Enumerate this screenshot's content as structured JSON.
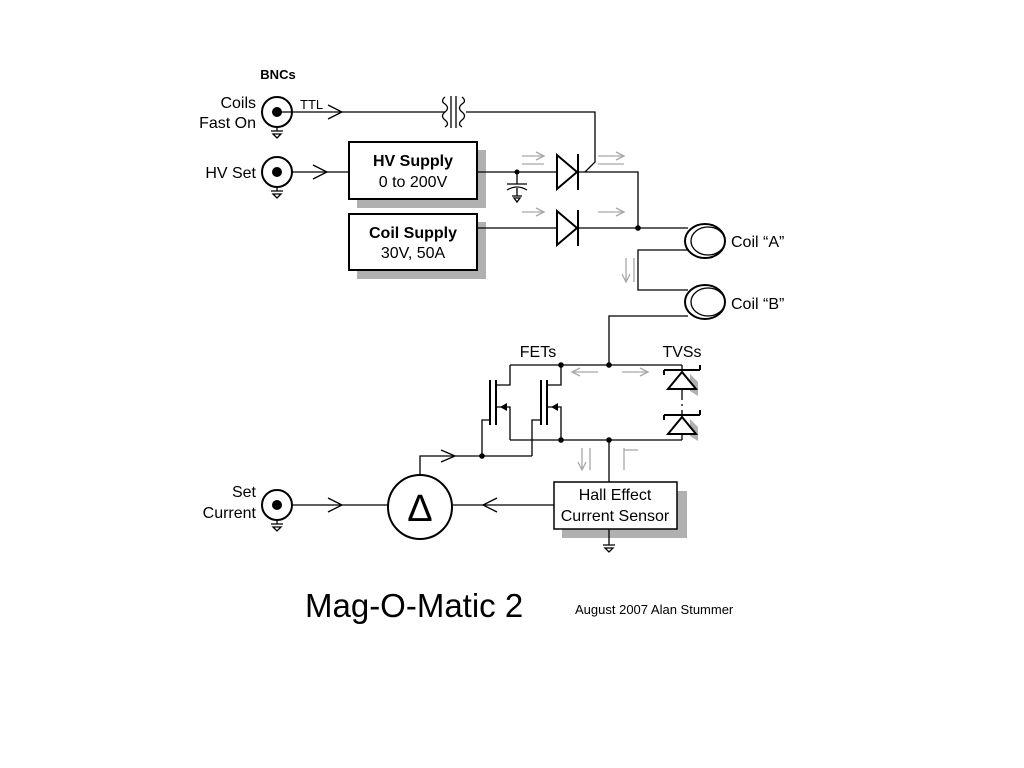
{
  "labels": {
    "bncs": "BNCs",
    "coils_fast_on": [
      "Coils",
      "Fast On"
    ],
    "ttl": "TTL",
    "hv_set": "HV Set",
    "set_current": [
      "Set",
      "Current"
    ],
    "coil_a": "Coil “A”",
    "coil_b": "Coil “B”",
    "fets": "FETs",
    "tvss": "TVSs",
    "delta_symbol": "Δ"
  },
  "blocks": {
    "hv_supply": {
      "title": "HV Supply",
      "subtitle": "0 to 200V"
    },
    "coil_supply": {
      "title": "Coil Supply",
      "subtitle": "30V, 50A"
    },
    "hall_sensor": {
      "line1": "Hall Effect",
      "line2": "Current Sensor"
    }
  },
  "footer": {
    "title": "Mag-O-Matic 2",
    "date_author": "August 2007  Alan Stummer"
  },
  "colors": {
    "line": "#000000",
    "current_arrows": "#a8a8a8",
    "block_shadow": "#b0b0b0",
    "background": "#ffffff"
  }
}
